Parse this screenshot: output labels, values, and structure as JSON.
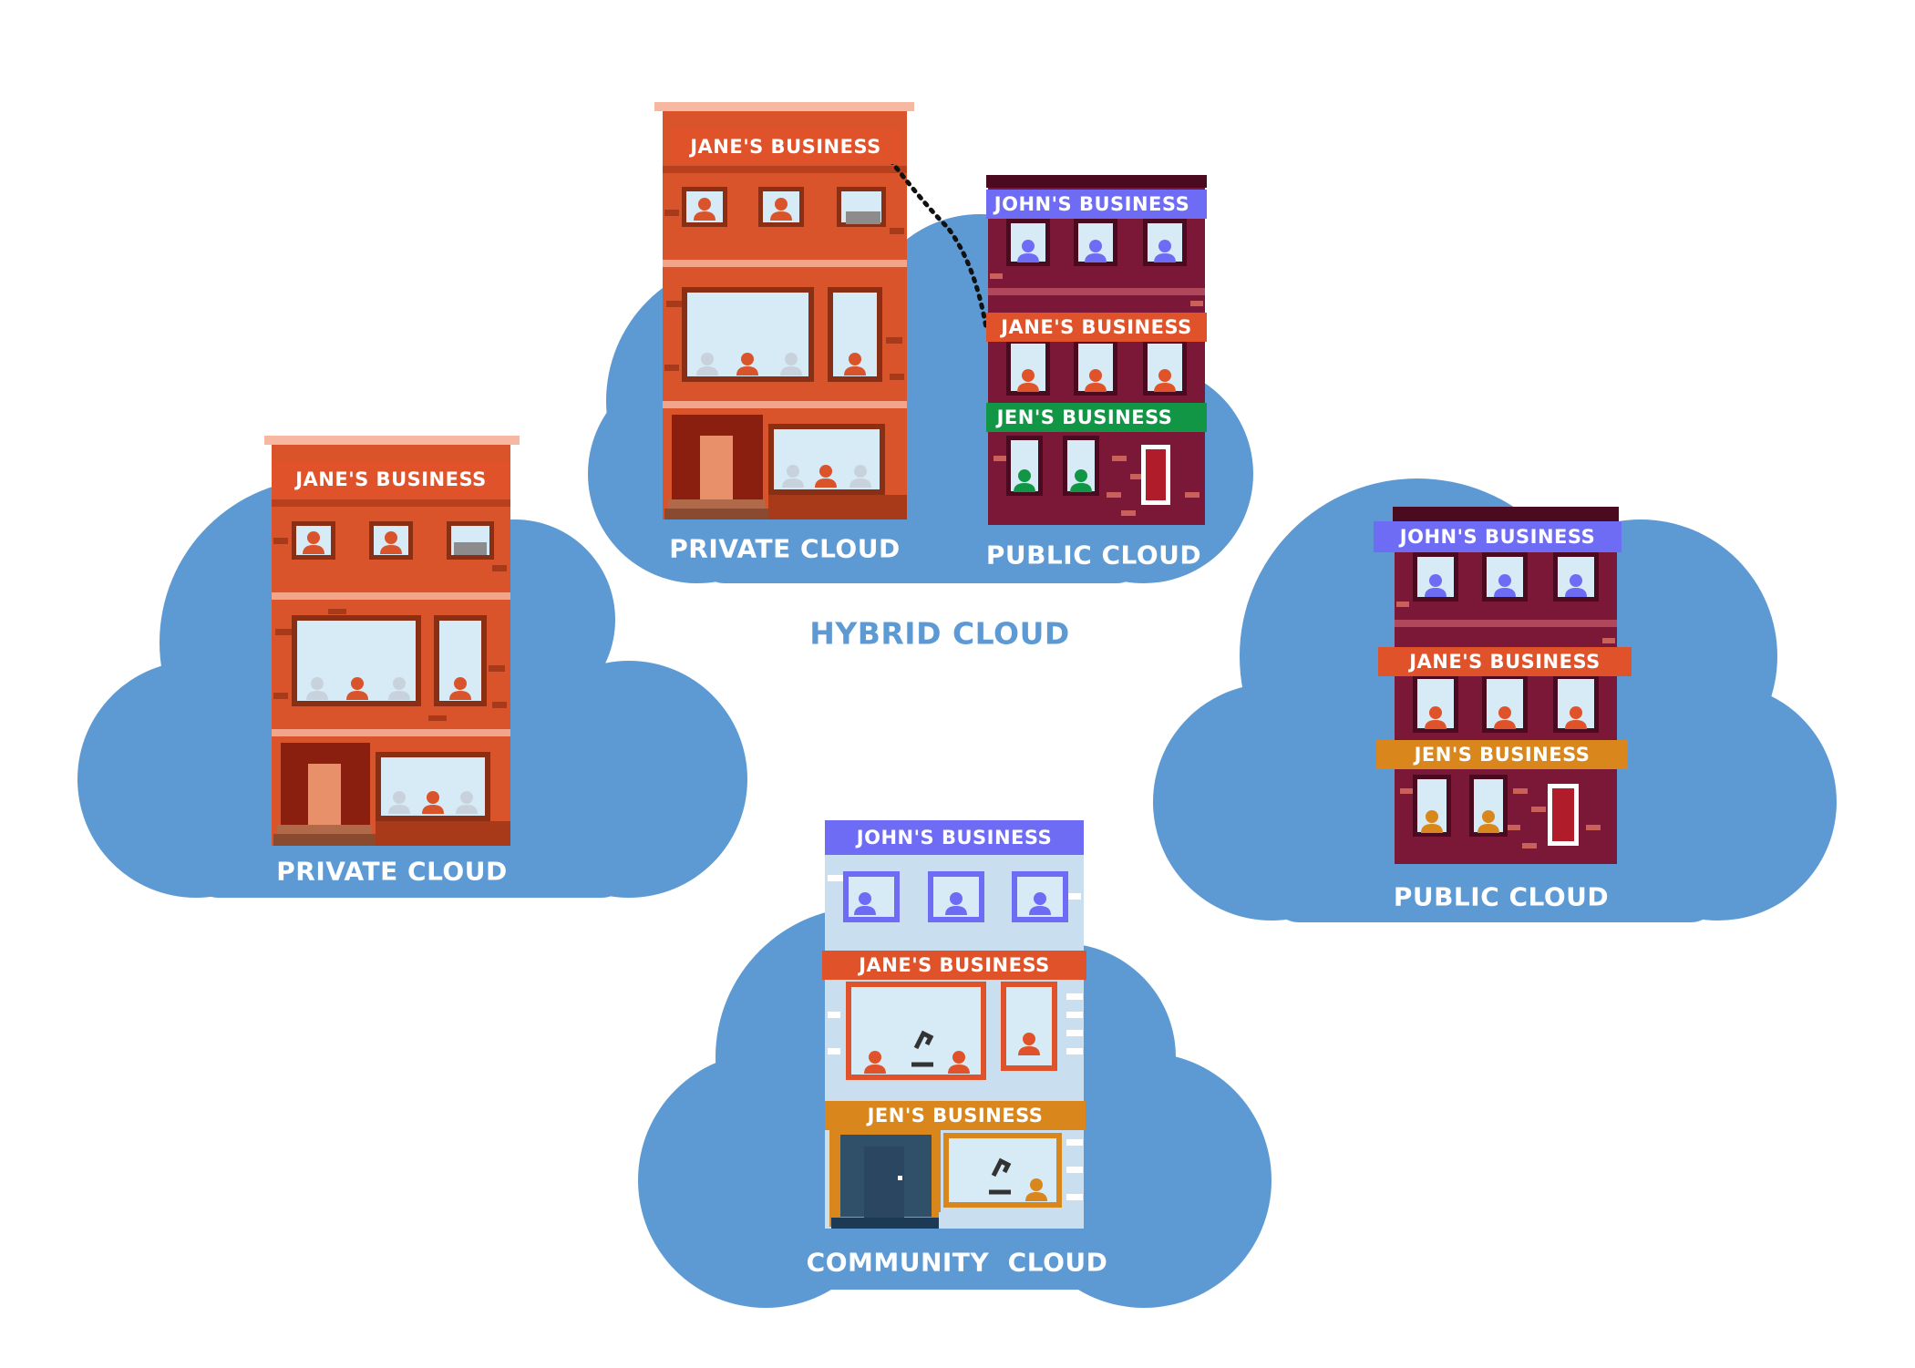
{
  "colors": {
    "cloud": "#5d9ad3",
    "private_brick": "#d9532b",
    "private_brick_dark": "#a83a1a",
    "public_brick": "#7b1737",
    "community_wall": "#c9dff0",
    "johns_sign": "#6e6cf5",
    "janes_sign": "#e0532a",
    "jens_sign_hybrid": "#119645",
    "jens_sign_other": "#d9861d",
    "hybrid_label": "#5d9ad3"
  },
  "hybrid": {
    "label": "HYBRID CLOUD",
    "private_building": {
      "sign": "JANE'S BUSINESS",
      "cloud_label": "PRIVATE CLOUD"
    },
    "public_building": {
      "signs": [
        "JOHN'S BUSINESS",
        "JANE'S BUSINESS",
        "JEN'S BUSINESS"
      ],
      "cloud_label": "PUBLIC CLOUD"
    }
  },
  "private": {
    "sign": "JANE'S BUSINESS",
    "cloud_label": "PRIVATE CLOUD"
  },
  "public": {
    "signs": [
      "JOHN'S BUSINESS",
      "JANE'S BUSINESS",
      "JEN'S BUSINESS"
    ],
    "cloud_label": "PUBLIC CLOUD"
  },
  "community": {
    "signs": [
      "JOHN'S BUSINESS",
      "JANE'S BUSINESS",
      "JEN'S BUSINESS"
    ],
    "cloud_label": "COMMUNITY  CLOUD"
  }
}
